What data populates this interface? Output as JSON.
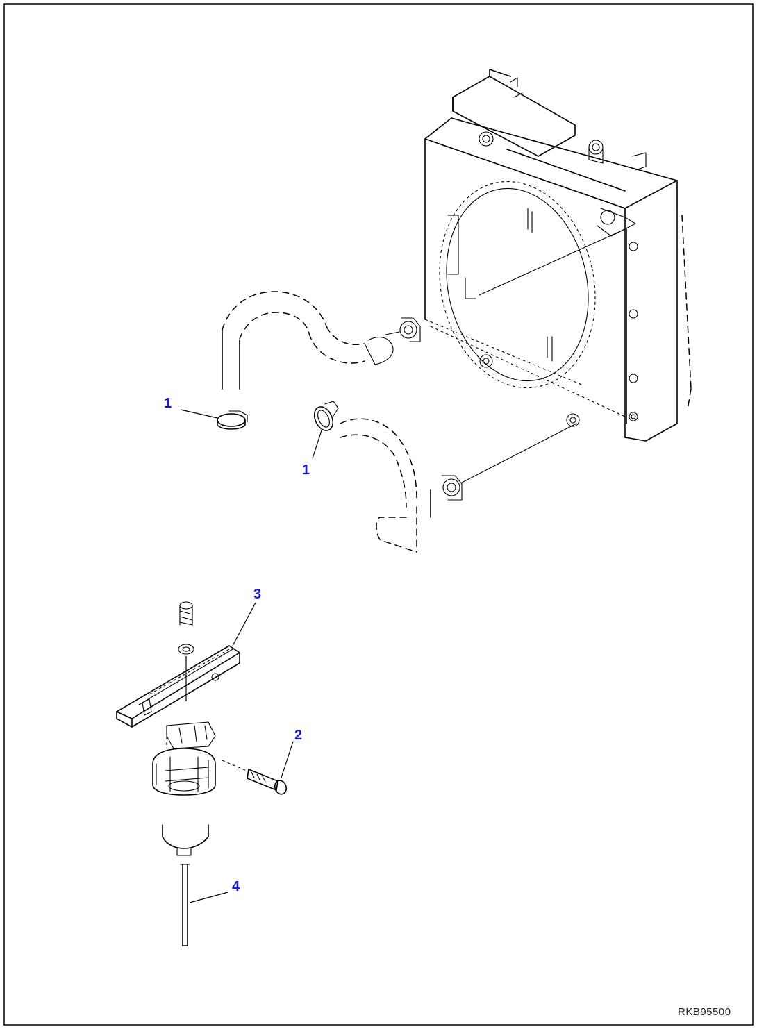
{
  "callouts": [
    {
      "label": "1",
      "part": "hose-clamp"
    },
    {
      "label": "1",
      "part": "hose-clamp"
    },
    {
      "label": "2",
      "part": "bolt"
    },
    {
      "label": "3",
      "part": "bracket"
    },
    {
      "label": "4",
      "part": "drain-tube"
    }
  ],
  "drawing_id": "RKB95500",
  "colors": {
    "callout": "#1a1ad8",
    "line": "#000000",
    "background": "#ffffff"
  }
}
